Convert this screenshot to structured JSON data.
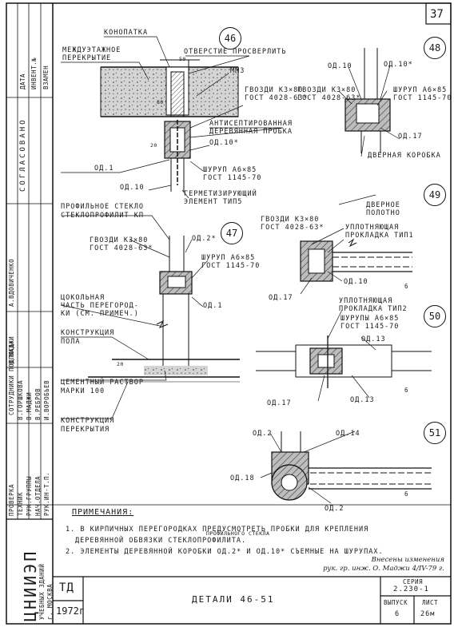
{
  "sheet_number": "37",
  "left_strip": {
    "date": "ДАТА",
    "inv_no": "ИНВЕНТ.№",
    "replace": "ВЗАМЕН",
    "agreed": "СОГЛАСОВАНО",
    "author": "А.ВДОВИЧЕНКО",
    "signature_cols": "СОТРУДНИКИ ПОДПИСЬ",
    "staff": [
      "И.ВОРОБЬЕВ",
      "В.РЕБРОВ",
      "В.МАДЖИ",
      "В.ГОРШКОВА",
      "В.МАДЖИ"
    ],
    "roles": [
      "РУК.ИН-Т.П.",
      "НАЧ.ОТДЕЛА",
      "РУК.ГРУППЫ",
      "ТЕХНИК",
      "ПРОВЕРКА"
    ]
  },
  "details": {
    "d46": {
      "number": "46",
      "labels": {
        "caulking": "КОНОПАТКА",
        "floor": "МЕЖДУЭТАЖНОЕ\nПЕРЕКРЫТИЕ",
        "drill": "ОТВЕРСТИЕ ПРОСВЕРЛИТЬ",
        "plank": "ММЗ",
        "nail": "ГВОЗДИ К3×80\nГОСТ 4028-63*",
        "antiseptic": "АНТИСЕПТИРОВАННАЯ\nДЕРЕВЯННАЯ ПРОБКА",
        "od10": "ОД.10*",
        "od1": "ОД.1",
        "screw": "ШУРУП А6×85\nГОСТ 1145-70",
        "od10b": "ОД.10",
        "seal": "ГЕРМЕТИЗИРУЮЩИЙ\nЭЛЕМЕНТ ТИП5",
        "glass": "ПРОФИЛЬНОЕ СТЕКЛО\nСТЕКЛОПРОФИЛИТ КП",
        "dim_a": "50",
        "dim_b": "20",
        "dim_c": "80"
      }
    },
    "d47": {
      "number": "47",
      "labels": {
        "nail": "ГВОЗДИ К3×80\nГОСТ 4028-63*",
        "od2": "ОД.2*",
        "screw": "ШУРУП А6×85\nГОСТ 1145-70",
        "od1": "ОД.1",
        "plinth": "ЦОКОЛЬНАЯ\nЧАСТЬ ПЕРЕГОРОД-\nКИ (СМ. ПРИМЕЧ.)",
        "floorc": "КОНСТРУКЦИЯ\nПОЛА",
        "mortar": "ЦЕМЕНТНЫЙ РАСТВОР\nМАРКИ 100",
        "slab": "КОНСТРУКЦИЯ\nПЕРЕКРЫТИЯ",
        "dim": "20"
      }
    },
    "d48": {
      "number": "48",
      "labels": {
        "od10": "ОД.10",
        "od10s": "ОД.10*",
        "nail": "ГВОЗДИ К3×80\nГОСТ 4028-63*",
        "screw": "ШУРУП А6×85\nГОСТ 1145-70",
        "od17": "ОД.17",
        "box": "ДВЕРНАЯ КОРОБКА"
      }
    },
    "d49": {
      "number": "49",
      "labels": {
        "leaf": "ДВЕРНОЕ\nПОЛОТНО",
        "nail": "ГВОЗДИ К3×80\nГОСТ 4028-63*",
        "gasket1": "УПЛОТНЯЮЩАЯ\nПРОКЛАДКА ТИП1",
        "od10": "ОД.10",
        "od17": "ОД.17",
        "gasket2": "УПЛОТНЯЮЩАЯ\nПРОКЛАДКА ТИП2",
        "dim": "6"
      }
    },
    "d50": {
      "number": "50",
      "labels": {
        "screws": "ШУРУПЫ А6×85\nГОСТ 1145-70",
        "od13": "ОД.13",
        "od13b": "ОД.13",
        "od17": "ОД.17",
        "dim": "6"
      }
    },
    "d51": {
      "number": "51",
      "labels": {
        "od2": "ОД.2",
        "od14": "ОД.14",
        "od18": "ОД.18",
        "od2b": "ОД.2",
        "dim": "6"
      }
    }
  },
  "notes": {
    "heading": "ПРИМЕЧАНИЯ:",
    "items": [
      "1. В КИРПИЧНЫХ ПЕРЕГОРОДКАХ ПРЕДУСМОТРЕТЬ ПРОБКИ ДЛЯ КРЕПЛЕНИЯ",
      "ДЕРЕВЯННОЙ ОБВЯЗКИ СТЕКЛОПРОФИЛИТА.",
      "2. ЭЛЕМЕНТЫ ДЕРЕВЯННОЙ КОРОБКИ ОД.2* И ОД.10* СЪЕМНЫЕ НА ШУРУПАХ."
    ],
    "overwrite": "ПРОФИЛЬНОГО СТЕКЛА",
    "handwritten": "Внесены изменения\nрук. гр. инж. О. Маджи 4/IV-79 г."
  },
  "title_block": {
    "org": "ЦНИИЭП",
    "org_sub": "УЧЕБНЫХ ЗДАНИЙ",
    "city": "г. МОСКВА",
    "code": "ТД",
    "year": "1972г",
    "title": "ДЕТАЛИ 46-51",
    "series_label": "СЕРИЯ",
    "series": "2.230-1",
    "issue_label": "ВЫПУСК",
    "issue": "6",
    "sheet_label": "ЛИСТ",
    "sheet": "26м"
  }
}
